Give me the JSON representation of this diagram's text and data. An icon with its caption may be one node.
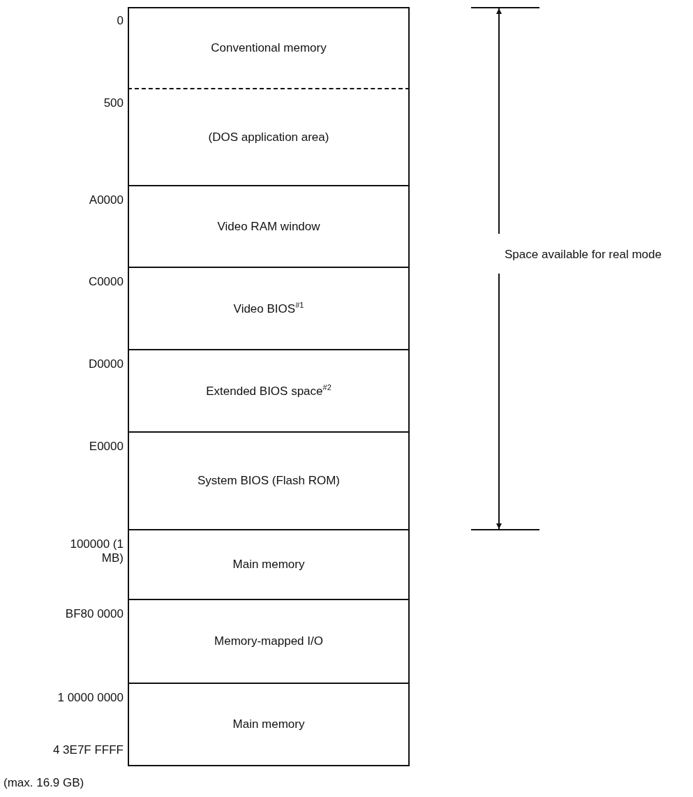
{
  "diagram": {
    "nodes": [
      {
        "text": [
          "Conventional memory"
        ]
      },
      {
        "text": [
          "(DOS application area)"
        ]
      },
      {
        "text": [
          "Video RAM window"
        ]
      },
      {
        "text": [
          "Video BIOS$^{#1}$"
        ]
      },
      {
        "text": [
          "Extended BIOS space$^{#2}$"
        ]
      },
      {
        "text": [
          "System BIOS (Flash ROM)"
        ]
      },
      {
        "text": [
          "Main memory"
        ]
      },
      {
        "text": [
          "Memory-mapped I/O"
        ]
      },
      {
        "text": [
          "Main memory"
        ]
      }
    ],
    "labels": [
      "0",
      "500",
      "A0000",
      "C0000",
      "Space available for real mode",
      "D0000",
      "E0000",
      "100000 (1 MB)",
      "BF80 0000",
      "1 0000 0000",
      "4 3E7F FFFF",
      "(max. 16.9 GB)"
    ]
  }
}
